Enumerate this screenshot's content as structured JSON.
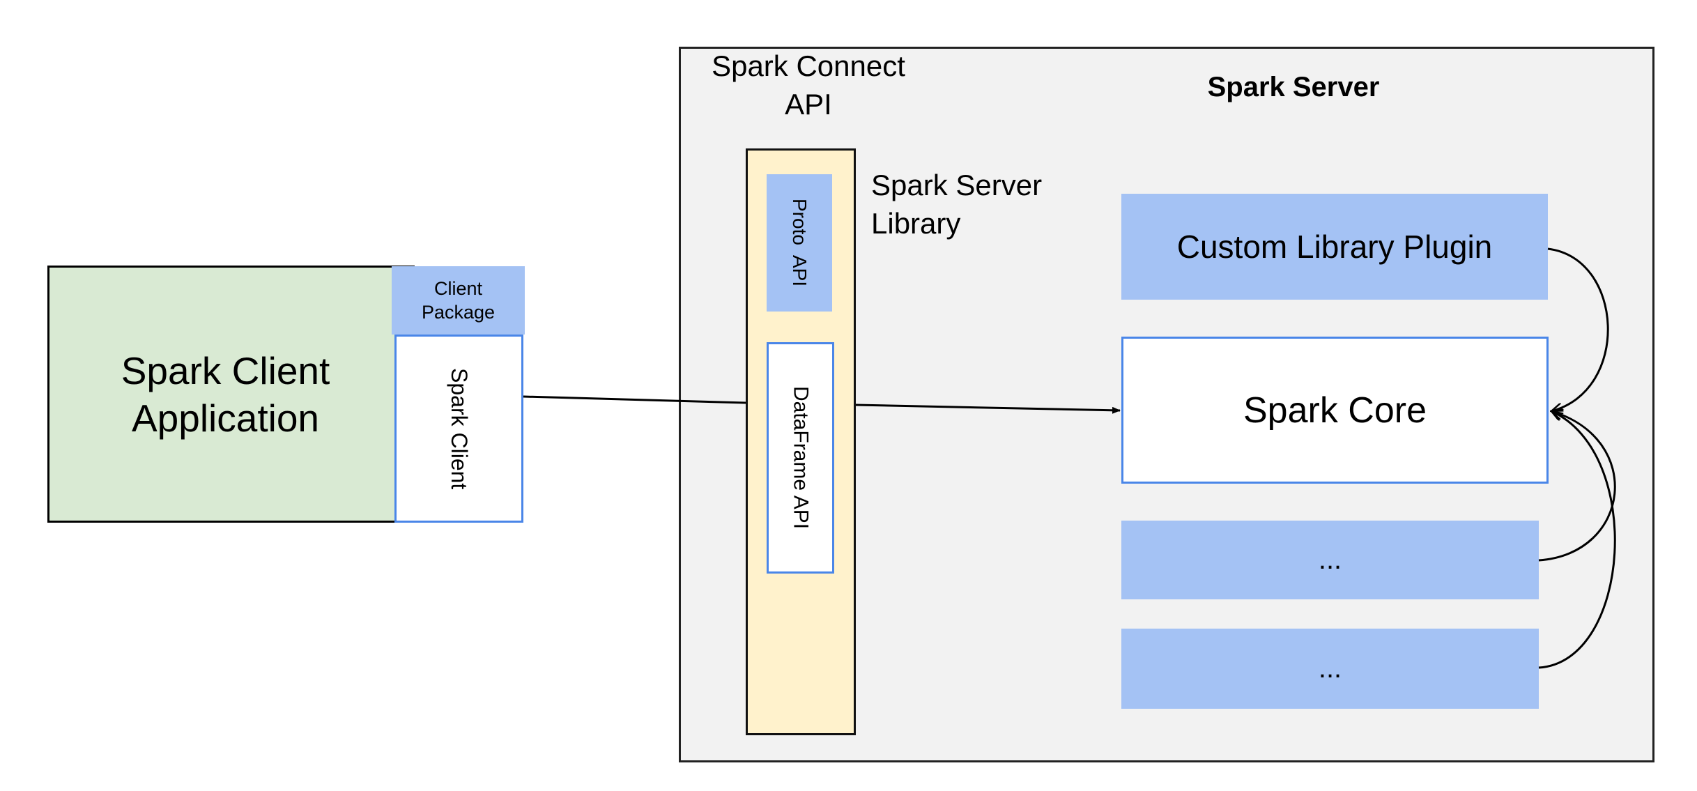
{
  "client": {
    "application": "Spark Client\nApplication",
    "package": "Client\nPackage",
    "spark_client": "Spark Client"
  },
  "server": {
    "title": "Spark Server",
    "connect_api": "Spark Connect\nAPI",
    "server_library": "Spark Server\nLibrary",
    "proto_api": "Proto  API",
    "dataframe_api": "DataFrame API",
    "custom_plugin": "Custom Library Plugin",
    "spark_core": "Spark Core",
    "other_1": "...",
    "other_2": "..."
  },
  "colors": {
    "client_green": "#d9ead3",
    "blue_fill": "#a4c2f4",
    "blue_border": "#4a86e8",
    "server_grey": "#f2f2f2",
    "library_yellow": "#fff2cc"
  }
}
